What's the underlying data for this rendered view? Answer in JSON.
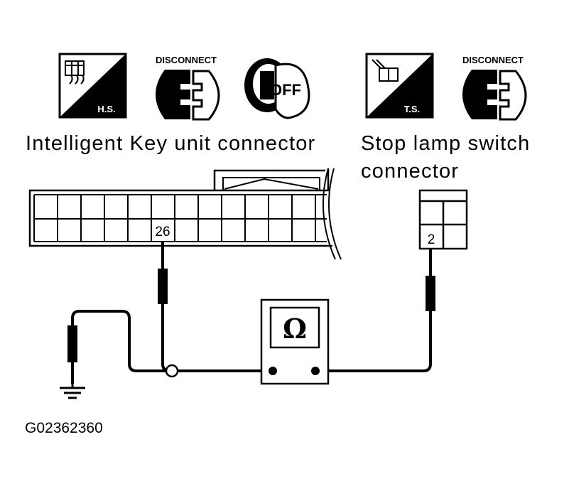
{
  "icons": {
    "harness_side": "H.S.",
    "terminal_side": "T.S.",
    "disconnect_1": "DISCONNECT",
    "disconnect_2": "DISCONNECT",
    "ignition": "OFF"
  },
  "labels": {
    "intelligent_key_connector": "Intelligent Key unit connector",
    "stop_lamp_line1": "Stop lamp switch",
    "stop_lamp_line2": "connector"
  },
  "pins": {
    "ik_terminal": "26",
    "stop_terminal": "2"
  },
  "meter": {
    "symbol": "Ω"
  },
  "figure_id": "G02362360"
}
